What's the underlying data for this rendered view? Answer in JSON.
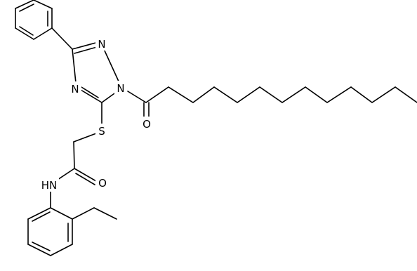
{
  "atoms": {
    "n_triazole_top": "N",
    "n_triazole_n1": "N",
    "n_triazole_n4": "N",
    "s_thioether": "S",
    "o_ketone": "O",
    "o_amide": "O",
    "nh_amide": "HN"
  },
  "colors": {
    "bond": "#000000",
    "text": "#000000",
    "background": "#ffffff"
  }
}
